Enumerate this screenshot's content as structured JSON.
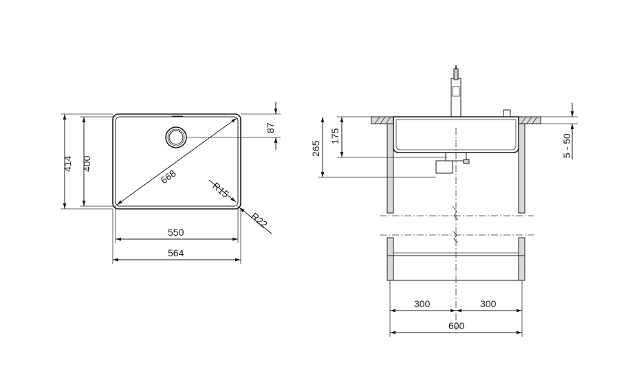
{
  "top_view": {
    "height_outer": "414",
    "height_inner": "400",
    "diagonal": "668",
    "drain_offset": "87",
    "radius_inner": "R15",
    "radius_outer": "R22",
    "width_inner": "550",
    "width_outer": "564"
  },
  "side_view": {
    "height_total": "265",
    "bowl_depth": "175",
    "worktop_range": "5 - 50",
    "half_left": "300",
    "half_right": "300",
    "cabinet_width": "600"
  }
}
